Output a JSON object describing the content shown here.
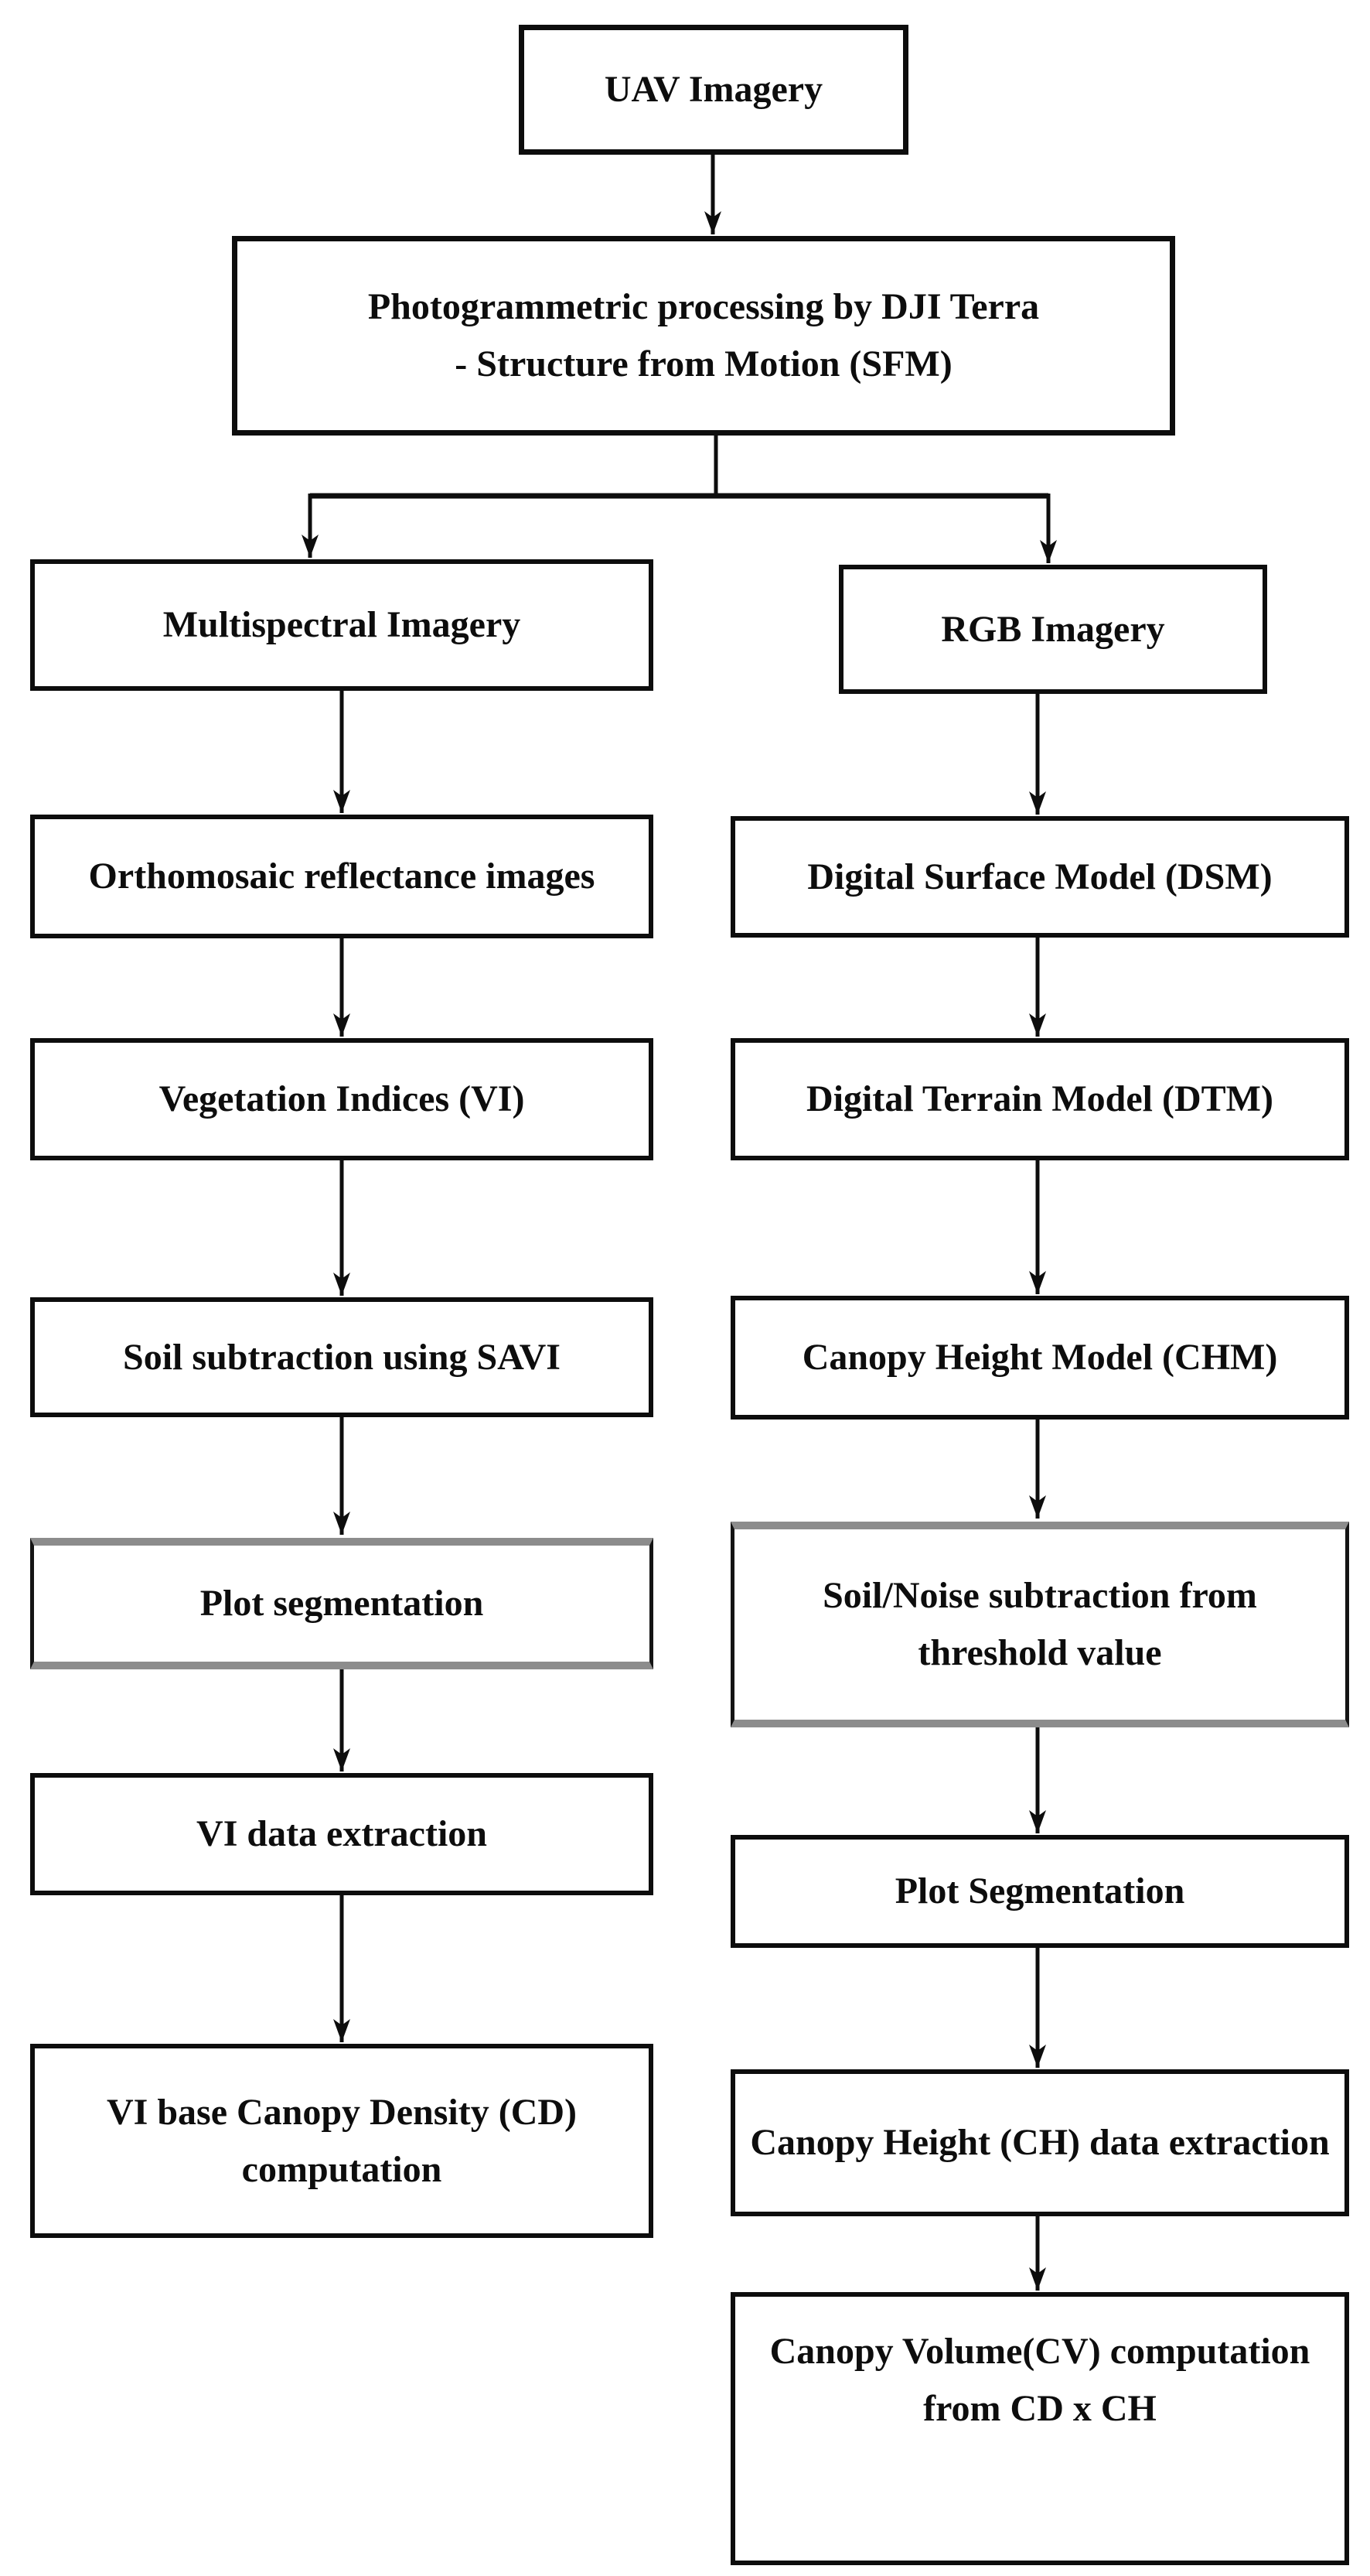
{
  "figure": {
    "type": "flowchart",
    "background": "#ffffff",
    "stroke_color": "#0d0d0d",
    "gray_border_color": "#8c8c8c"
  },
  "nodes": [
    {
      "id": "uav",
      "lines": [
        "UAV Imagery"
      ]
    },
    {
      "id": "photo",
      "lines": [
        "Photogrammetric processing by DJI Terra",
        "- Structure from Motion (SFM)"
      ]
    },
    {
      "id": "multispectral",
      "lines": [
        "Multispectral Imagery"
      ]
    },
    {
      "id": "rgb",
      "lines": [
        "RGB Imagery"
      ]
    },
    {
      "id": "ortho",
      "lines": [
        "Orthomosaic reflectance images"
      ]
    },
    {
      "id": "dsm",
      "lines": [
        "Digital Surface Model (DSM)"
      ]
    },
    {
      "id": "vi",
      "lines": [
        "Vegetation Indices (VI)"
      ]
    },
    {
      "id": "dtm",
      "lines": [
        "Digital Terrain Model (DTM)"
      ]
    },
    {
      "id": "savi",
      "lines": [
        "Soil subtraction using SAVI"
      ]
    },
    {
      "id": "chm",
      "lines": [
        "Canopy Height Model (CHM)"
      ]
    },
    {
      "id": "plot-seg-left",
      "lines": [
        "Plot segmentation"
      ],
      "variant": "gray"
    },
    {
      "id": "soil-noise",
      "lines": [
        "Soil/Noise subtraction from",
        "threshold value"
      ],
      "variant": "gray"
    },
    {
      "id": "vi-data",
      "lines": [
        "VI data extraction"
      ]
    },
    {
      "id": "plot-seg-right",
      "lines": [
        "Plot Segmentation"
      ]
    },
    {
      "id": "vi-base-cd",
      "lines": [
        "VI base Canopy Density (CD)",
        "computation"
      ]
    },
    {
      "id": "ch-data",
      "lines": [
        "Canopy Height (CH) data extraction"
      ]
    },
    {
      "id": "cv",
      "lines": [
        "Canopy Volume(CV) computation",
        "from CD x CH"
      ]
    }
  ],
  "edges": [
    {
      "from": "uav",
      "to": "photo"
    },
    {
      "from": "photo",
      "to": "multispectral"
    },
    {
      "from": "photo",
      "to": "rgb"
    },
    {
      "from": "multispectral",
      "to": "ortho"
    },
    {
      "from": "ortho",
      "to": "vi"
    },
    {
      "from": "vi",
      "to": "savi"
    },
    {
      "from": "savi",
      "to": "plot-seg-left"
    },
    {
      "from": "plot-seg-left",
      "to": "vi-data"
    },
    {
      "from": "vi-data",
      "to": "vi-base-cd"
    },
    {
      "from": "rgb",
      "to": "dsm"
    },
    {
      "from": "dsm",
      "to": "dtm"
    },
    {
      "from": "dtm",
      "to": "chm"
    },
    {
      "from": "chm",
      "to": "soil-noise"
    },
    {
      "from": "soil-noise",
      "to": "plot-seg-right"
    },
    {
      "from": "plot-seg-right",
      "to": "ch-data"
    },
    {
      "from": "ch-data",
      "to": "cv"
    }
  ]
}
